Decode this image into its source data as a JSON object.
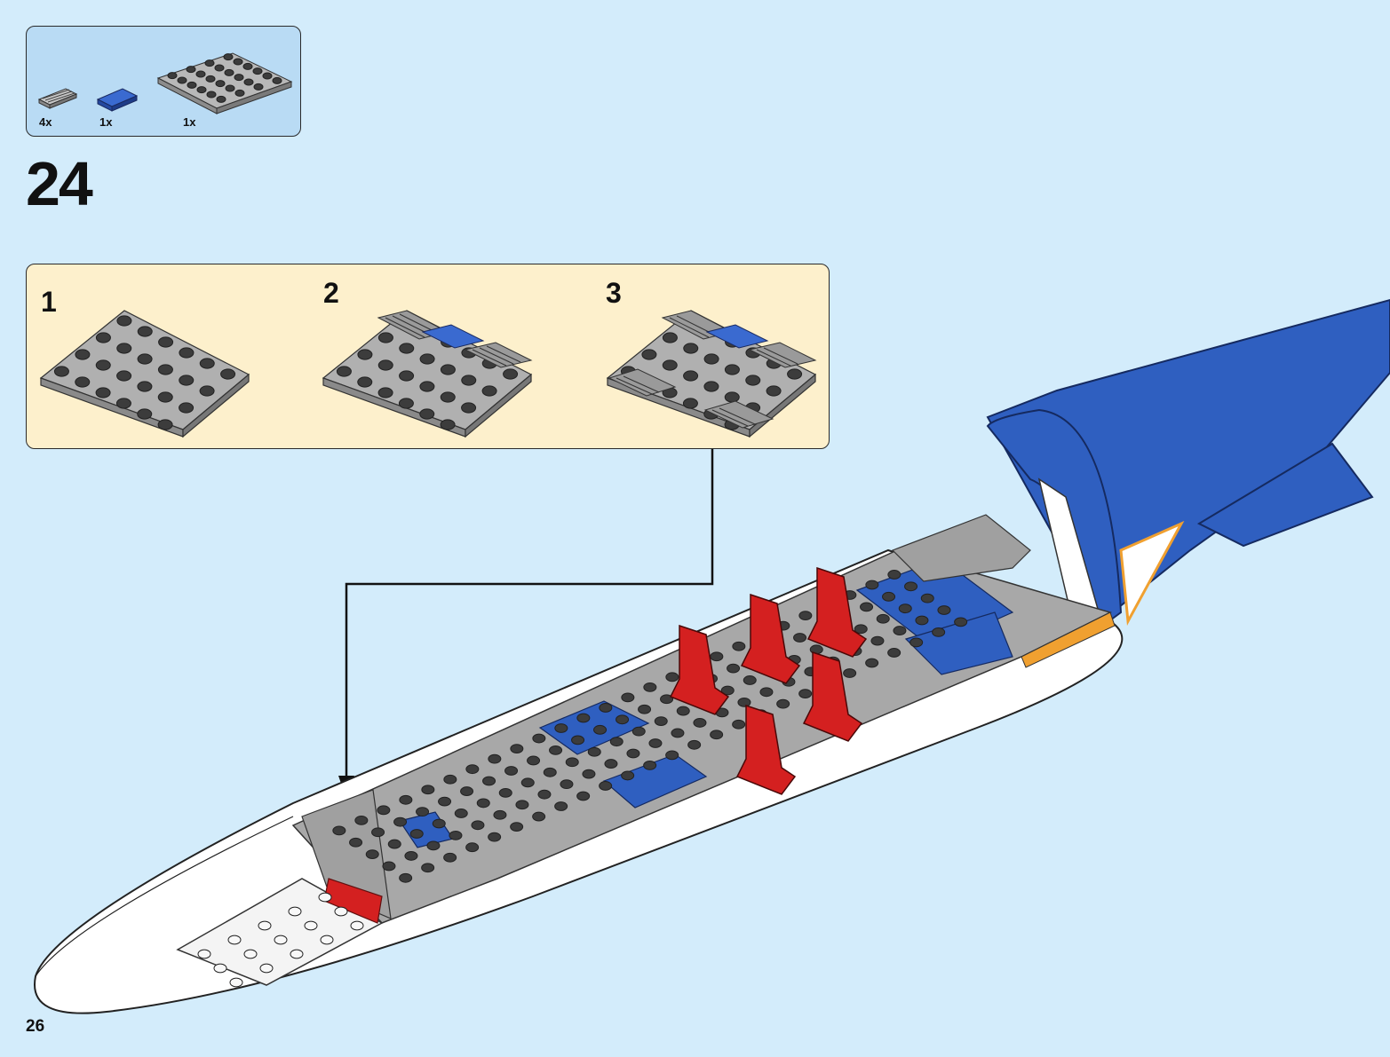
{
  "parts": {
    "items": [
      {
        "count": "4x",
        "icon": "grille-tile-1x2-icon",
        "color": "#9a9a9a"
      },
      {
        "count": "1x",
        "icon": "blue-tile-1x2-icon",
        "color": "#2f5fc0"
      },
      {
        "count": "1x",
        "icon": "gray-plate-4x6-icon",
        "color": "#a8a8a8"
      }
    ]
  },
  "step": {
    "number": "24"
  },
  "substeps": [
    {
      "number": "1"
    },
    {
      "number": "2"
    },
    {
      "number": "3"
    }
  ],
  "page": {
    "number": "26"
  },
  "colors": {
    "background": "#d3ecfb",
    "parts_panel": "#b9dbf4",
    "substep_panel": "#fdf0cc",
    "lego_blue": "#2f5fc0",
    "lego_gray": "#a8a8a8",
    "lego_red": "#d42020",
    "lego_white": "#ffffff",
    "lego_orange": "#f0a030"
  }
}
